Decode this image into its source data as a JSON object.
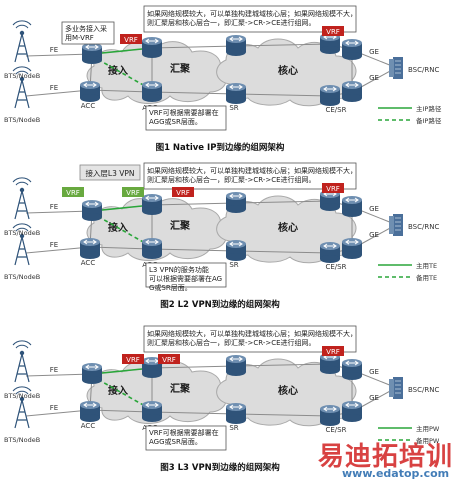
{
  "colors": {
    "router_top": "#6f8fb1",
    "router_body": "#2f5379",
    "cloud_fill": "#dcdcdc",
    "cloud_stroke": "#a9a9a9",
    "vrf_red": "#c0221d",
    "vrf_green": "#68a93f",
    "primary_line": "#2aa63a",
    "backup_line": "#2aa63a",
    "gray_link": "#8c8c8c",
    "watermark_red": "#d22222",
    "watermark_blue": "#2f6fb0"
  },
  "icons": [
    "router-icon",
    "base-station-icon",
    "bsc-rnc-icon"
  ],
  "figures": [
    {
      "caption": "图1 Native IP到边缘的组网架构",
      "top_callout": "如果网络规模较大，可以单独构建城域核心层；如果网络规模不大，则汇聚层和核心层合一，即汇聚->CR->CE进行组网。",
      "left_callout": "多业务接入采用M-VRF",
      "bottom_callout": "VRF可根据需要部署在AGG或SR层面。",
      "vrf_tags": [
        "VRF",
        "VRF"
      ],
      "zones": [
        "接入",
        "汇聚",
        "核心"
      ],
      "nodes": {
        "bts1": "BTS/NodeB",
        "bts2": "BTS/NodeB",
        "acc": "ACC",
        "agg": "AGG",
        "sr": "SR",
        "cesr": "CE/SR",
        "bsc": "BSC/RNC"
      },
      "link_labels": [
        "FE",
        "FE",
        "GE",
        "GE"
      ],
      "legend": [
        "主IP路径",
        "备IP路径"
      ]
    },
    {
      "caption": "图2 L2 VPN到边缘的组网架构",
      "top_callout": "如果网络规模较大，可以单独构建城域核心层；如果网络规模不大，则汇聚层和核心层合一，即汇聚->CR->CE进行组网。",
      "left_callout": "接入层L3 VPN",
      "bottom_callout": "L3 VPN的服务功能可以根据需要部署在AGG或SR层面。",
      "vrf_tags": [
        "VRF",
        "VRF",
        "VRF",
        "VRF"
      ],
      "zones": [
        "接入",
        "汇聚",
        "核心"
      ],
      "nodes": {
        "bts1": "BTS/NodeB",
        "bts2": "BTS/NodeB",
        "acc": "ACC",
        "agg": "AGG",
        "sr": "SR",
        "cesr": "CE/SR",
        "bsc": "BSC/RNC"
      },
      "link_labels": [
        "FE",
        "FE",
        "GE",
        "GE"
      ],
      "legend": [
        "主用TE",
        "备用TE"
      ]
    },
    {
      "caption": "图3 L3 VPN到边缘的组网架构",
      "top_callout": "如果网络规模较大，可以单独构建城域核心层；如果网络规模不大，则汇聚层和核心层合一，即汇聚->CR->CE进行组网。",
      "bottom_callout": "VRF可根据需要部署在AGG或SR层面。",
      "vrf_tags": [
        "VRF",
        "VRF",
        "VRF"
      ],
      "zones": [
        "接入",
        "汇聚",
        "核心"
      ],
      "nodes": {
        "bts1": "BTS/NodeB",
        "bts2": "BTS/NodeB",
        "acc": "ACC",
        "agg": "AGG",
        "sr": "SR",
        "cesr": "CE/SR",
        "bsc": "BSC/RNC"
      },
      "link_labels": [
        "FE",
        "FE",
        "GE",
        "GE"
      ],
      "legend": [
        "主用PW",
        "备用PW"
      ]
    }
  ],
  "watermark": {
    "brand": "易迪拓培训",
    "url": "www.edatop.com"
  }
}
